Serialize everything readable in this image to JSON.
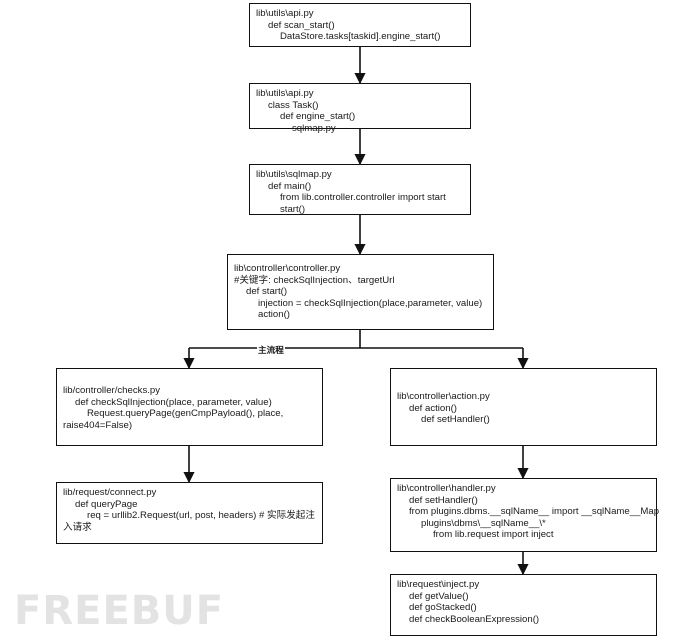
{
  "nodes": {
    "api_scan": [
      "lib\\utils\\api.py",
      "def scan_start()",
      "DataStore.tasks[taskid].engine_start()"
    ],
    "api_task": [
      "lib\\utils\\api.py",
      "class Task()",
      "def engine_start()",
      "sqlmap.py"
    ],
    "sqlmap_main": [
      "lib\\utils\\sqlmap.py",
      "def main()",
      "from lib.controller.controller import start",
      "start()"
    ],
    "controller": [
      "lib\\controller\\controller.py",
      "#关键字: checkSqlInjection、targetUrl",
      "def start()",
      "injection = checkSqlInjection(place,parameter, value)",
      "action()"
    ],
    "checks": [
      "lib/controller/checks.py",
      "def checkSqlInjection(place, parameter, value)",
      "Request.queryPage(genCmpPayload(), place,",
      "raise404=False)"
    ],
    "connect": [
      "lib/request/connect.py",
      "def queryPage",
      "req = urllib2.Request(url, post, headers) # 实际发起注入请求"
    ],
    "action": [
      "lib\\controller\\action.py",
      "def action()",
      "def setHandler()"
    ],
    "handler": [
      "lib\\controller\\handler.py",
      "def setHandler()",
      "from plugins.dbms.__sqlName__ import __sqlName__Map",
      "plugins\\dbms\\__sqlName__\\*",
      "from lib.request import inject"
    ],
    "inject": [
      "lib\\request\\inject.py",
      "def getValue()",
      "def goStacked()",
      "def checkBooleanExpression()"
    ]
  },
  "branch_label": "主流程",
  "watermark": "FREEBUF"
}
